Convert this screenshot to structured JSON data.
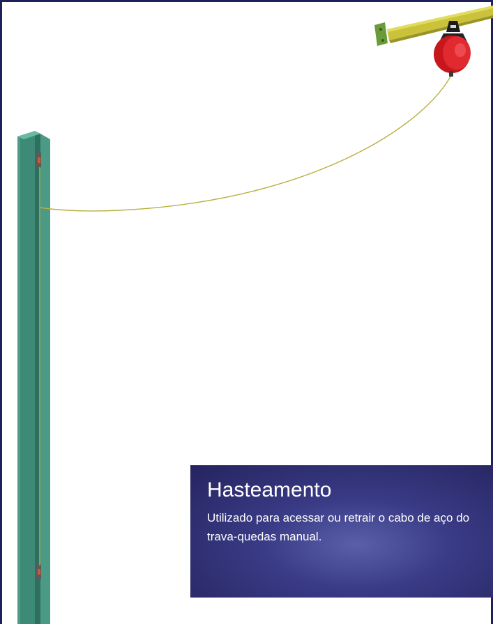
{
  "callout": {
    "title": "Hasteamento",
    "description": "Utilizado para acessar ou retrair o cabo de aço do trava-quedas manual."
  },
  "colors": {
    "border": "#1f1f5a",
    "column": "#3f8f7a",
    "beam": "#c9c23a",
    "device": "#c8161d",
    "cable": "#b8b040",
    "callout_bg": "#2e2d73"
  },
  "illustration": {
    "objects": [
      "steel-column",
      "yellow-beam",
      "red-retractable-device",
      "cable"
    ]
  }
}
